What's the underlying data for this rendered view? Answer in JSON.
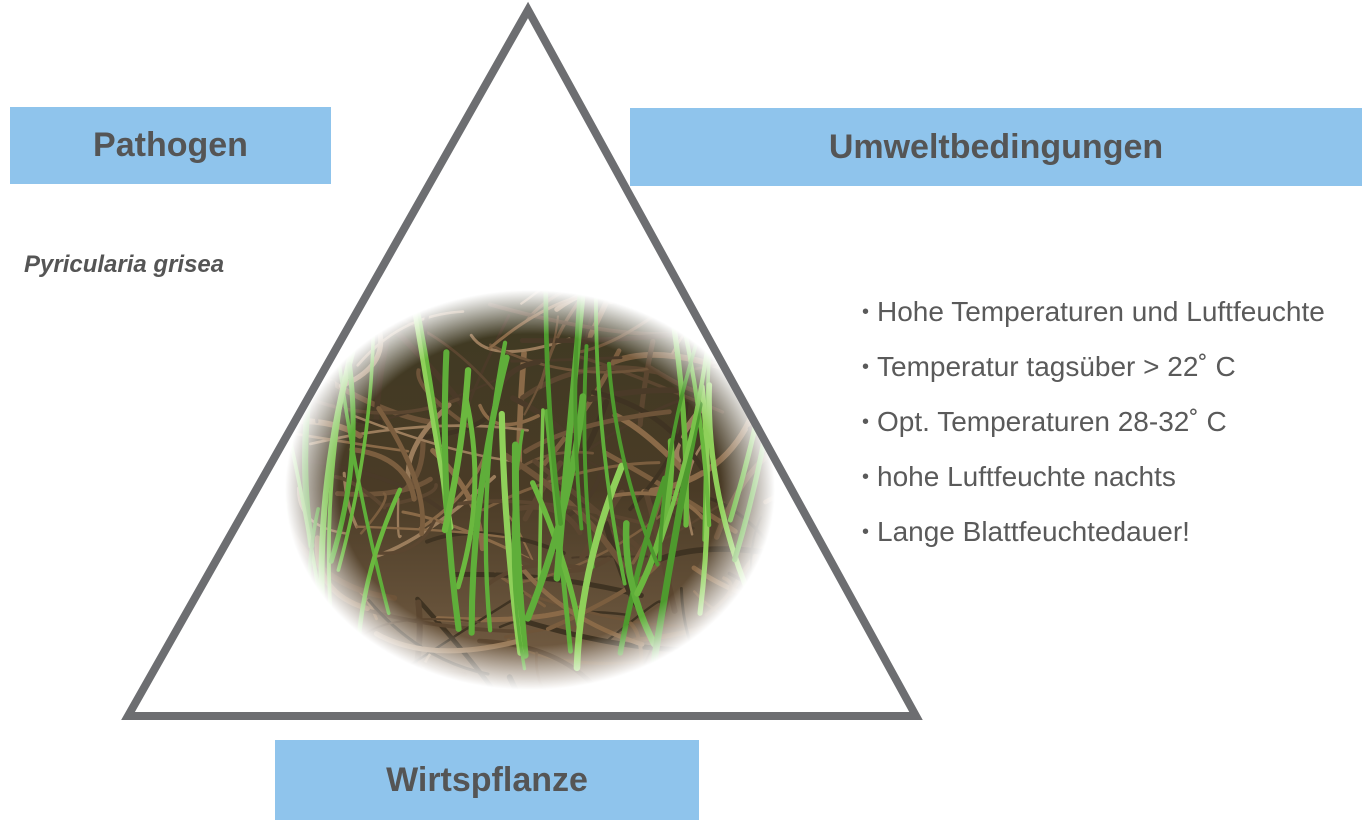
{
  "labels": {
    "pathogen": "Pathogen",
    "environment": "Umweltbedingungen",
    "host": "Wirtspflanze"
  },
  "pathogen_species": "Pyricularia grisea",
  "conditions": [
    "Hohe Temperaturen und Luftfeuchte",
    "Temperatur tagsüber  > 22˚ C",
    "Opt. Temperaturen 28-32˚ C",
    "hohe Luftfeuchte nachts",
    "Lange Blattfeuchtedauer!"
  ],
  "photo": {
    "subject": "diseased rice seedlings with brown dried leaves and some green blades"
  },
  "colors": {
    "box_fill": "#8fc4ec",
    "label_text": "#555555",
    "triangle_stroke": "#6d6e71"
  }
}
